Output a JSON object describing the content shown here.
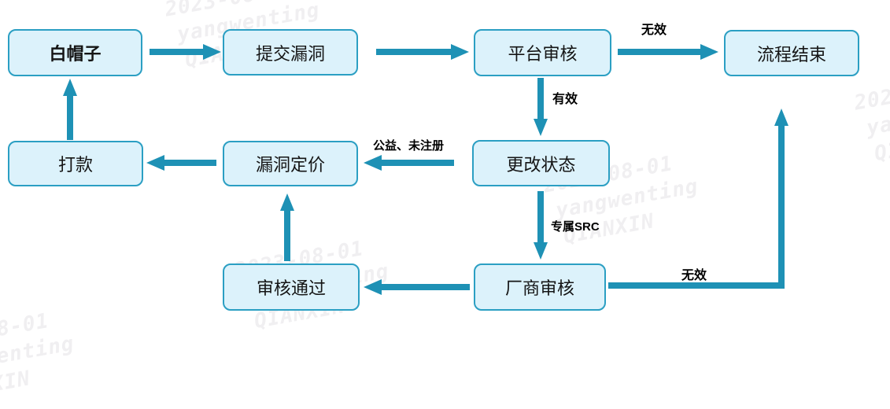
{
  "diagram": {
    "nodes": [
      {
        "id": "white-hat",
        "label": "白帽子"
      },
      {
        "id": "submit-vulnerability",
        "label": "提交漏洞"
      },
      {
        "id": "platform-review",
        "label": "平台审核"
      },
      {
        "id": "process-end",
        "label": "流程结束"
      },
      {
        "id": "payment",
        "label": "打款"
      },
      {
        "id": "vulnerability-pricing",
        "label": "漏洞定价"
      },
      {
        "id": "change-status",
        "label": "更改状态"
      },
      {
        "id": "review-passed",
        "label": "审核通过"
      },
      {
        "id": "vendor-review",
        "label": "厂商审核"
      }
    ],
    "edges": [
      {
        "from": "白帽子",
        "to": "提交漏洞",
        "label": ""
      },
      {
        "from": "提交漏洞",
        "to": "平台审核",
        "label": ""
      },
      {
        "from": "平台审核",
        "to": "流程结束",
        "label": "无效"
      },
      {
        "from": "平台审核",
        "to": "更改状态",
        "label": "有效"
      },
      {
        "from": "更改状态",
        "to": "漏洞定价",
        "label": "公益、未注册"
      },
      {
        "from": "漏洞定价",
        "to": "打款",
        "label": ""
      },
      {
        "from": "打款",
        "to": "白帽子",
        "label": ""
      },
      {
        "from": "更改状态",
        "to": "厂商审核",
        "label": "专属SRC"
      },
      {
        "from": "厂商审核",
        "to": "审核通过",
        "label": ""
      },
      {
        "from": "审核通过",
        "to": "漏洞定价",
        "label": ""
      },
      {
        "from": "厂商审核",
        "to": "流程结束",
        "label": "无效"
      }
    ]
  },
  "watermark": {
    "lines": [
      "2023-08-01",
      "yangwenting",
      "QIANXIN"
    ]
  },
  "colors": {
    "node_fill": "#dcf2fb",
    "node_border": "#2b9fc3",
    "arrow": "#1e91b5"
  }
}
